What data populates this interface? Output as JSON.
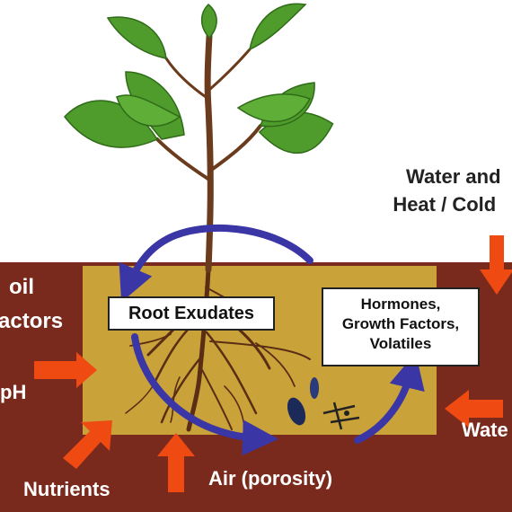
{
  "labels": {
    "soil_factors": [
      "oil",
      "actors"
    ],
    "water_heat": [
      "Water and",
      "Heat / Cold"
    ],
    "root_exudates": "Root Exudates",
    "hormones": [
      "Hormones,",
      "Growth Factors,",
      "Volatiles"
    ],
    "ph": "pH",
    "water": "Wate",
    "nutrients": "Nutrients",
    "air": "Air (porosity)"
  },
  "colors": {
    "soil_outer": "#7a2a1c",
    "soil_inner": "#c9a23a",
    "arrow_orange": "#ee4a12",
    "cycle_arrow": "#3b36a6",
    "leaf": "#4f9c2c",
    "stem": "#6b3b1e",
    "root": "#5a2d14"
  },
  "icons": [
    "leaf-icon",
    "root-icon",
    "microbe-icon"
  ]
}
